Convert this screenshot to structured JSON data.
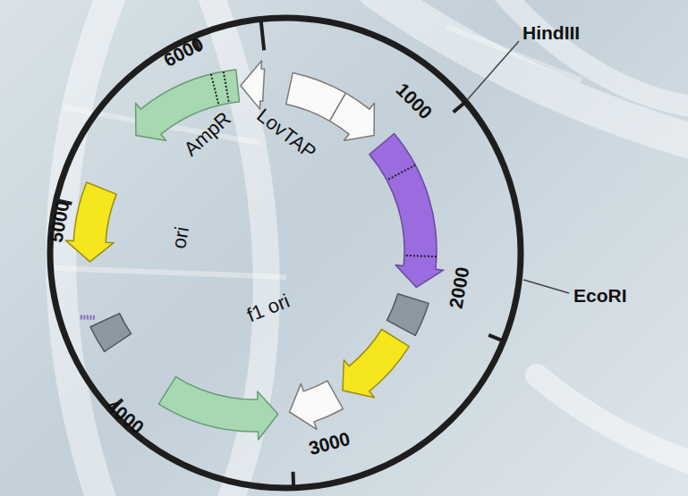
{
  "diagram": {
    "labels": [
      "HindIII",
      "1000",
      "LovTAP",
      "AmpR",
      "2000",
      "EcoRI",
      "f1 ori",
      "ori",
      "3000",
      "4000",
      "5000",
      "6000"
    ]
  }
}
